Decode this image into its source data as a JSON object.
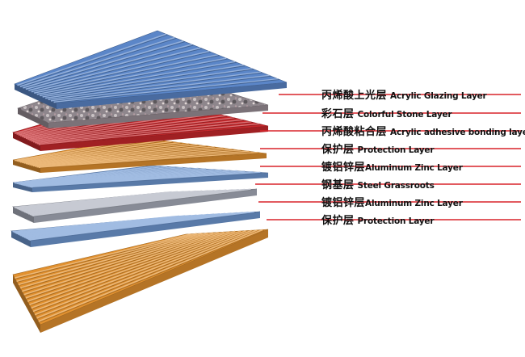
{
  "layers": [
    {
      "cn": "丙烯酸上光层",
      "en": "Acrylic Glazing Layer",
      "color": "#5b86c8",
      "texture": "corrugated"
    },
    {
      "cn": "彩石层",
      "en": "Colorful Stone Layer",
      "color": "#9a8f96",
      "texture": "stone"
    },
    {
      "cn": "丙烯酸粘合层",
      "en": "Acrylic adhesive bonding layer",
      "color": "#c8282c",
      "texture": "corrugated"
    },
    {
      "cn": "保护层",
      "en": "Protection Layer",
      "color": "#e2912f",
      "texture": "corrugated"
    },
    {
      "cn": "镀铝锌层",
      "en": "Aluminum Zinc Layer",
      "color": "#6f98d2",
      "texture": "corrugated"
    },
    {
      "cn": "钢基层",
      "en": "Steel Grassroots",
      "color": "#a9aebb",
      "texture": "corrugated"
    },
    {
      "cn": "镀铝锌层",
      "en": "Aluminum Zinc Layer",
      "color": "#6f98d2",
      "texture": "corrugated"
    },
    {
      "cn": "保护层",
      "en": "Protection Layer",
      "color": "#e2912f",
      "texture": "corrugated"
    }
  ],
  "colors": {
    "leader_line": "#d9232a"
  }
}
